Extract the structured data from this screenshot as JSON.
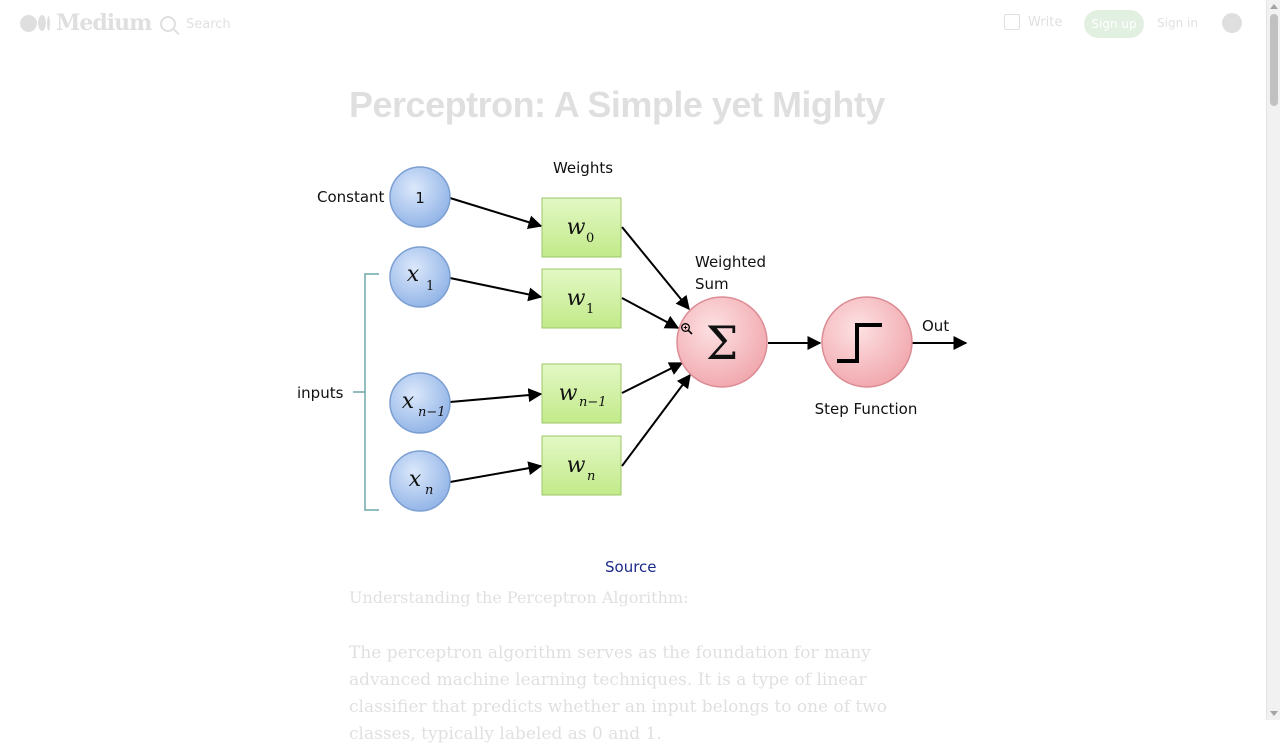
{
  "header": {
    "logo_text": "Medium",
    "search_placeholder": "Search",
    "write_label": "Write",
    "signup_label": "Sign up",
    "signin_label": "Sign in"
  },
  "article": {
    "title": "Perceptron: A Simple yet Mighty",
    "subheading": "Understanding the Perceptron Algorithm:",
    "paragraph": "The perceptron algorithm serves as the foundation for many advanced machine learning techniques. It is a type of linear classifier that predicts whether an input belongs to one of two classes, typically labeled as 0 and 1."
  },
  "figure": {
    "weights_label": "Weights",
    "constant_label": "Constant",
    "constant_value": "1",
    "inputs_label": "inputs",
    "weighted_sum_line1": "Weighted",
    "weighted_sum_line2": "Sum",
    "sigma_symbol": "Σ",
    "out_label": "Out",
    "step_label": "Step Function",
    "input_nodes": [
      {
        "var": "x",
        "sub": "1"
      },
      {
        "var": "x",
        "sub": "n−1"
      },
      {
        "var": "x",
        "sub": "n"
      }
    ],
    "weight_nodes": [
      {
        "var": "w",
        "sub": "0"
      },
      {
        "var": "w",
        "sub": "1"
      },
      {
        "var": "w",
        "sub": "n−1"
      },
      {
        "var": "w",
        "sub": "n"
      }
    ],
    "caption": "Source"
  },
  "colors": {
    "input_fill": "#a9c6ee",
    "weight_fill": "#cdf09a",
    "sum_fill": "#f6bcc0",
    "caption_link": "#1b2a8a",
    "signup_green": "#1a8917"
  }
}
